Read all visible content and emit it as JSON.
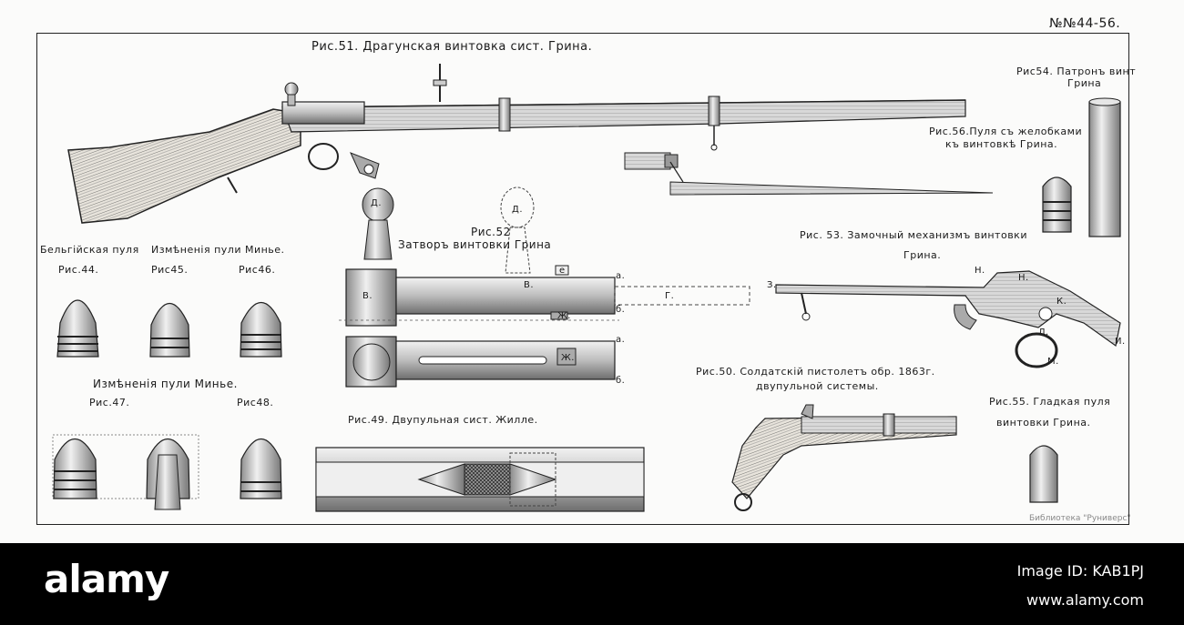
{
  "plate": {
    "number": "№№44-56.",
    "library_mark": "Библиотека \"Руниверс\""
  },
  "figures": {
    "fig51": "Рис.51. Драгунская винтовка сист. Грина.",
    "fig54_a": "Рис54. Патронъ винт",
    "fig54_b": "Грина",
    "fig56_a": "Рис.56.Пуля съ желобками",
    "fig56_b": "къ винтовкѣ Грина.",
    "fig52_title": "Рис.52",
    "fig52_caption": "Затворъ винтовки Грина",
    "fig53_a": "Рис. 53. Замочный механизмъ винтовки",
    "fig53_b": "Грина.",
    "belgian": "Бельгійская пуля",
    "minie_mod": "Измѣненія пули Минье.",
    "fig44": "Рис.44.",
    "fig45": "Рис45.",
    "fig46": "Рис46.",
    "minie_mod2": "Измѣненія пули Минье.",
    "fig47": "Рис.47.",
    "fig48": "Рис48.",
    "fig49": "Рис.49. Двупульная сист. Жилле.",
    "fig50_a": "Рис.50. Солдатскій пистолетъ обр. 1863г.",
    "fig50_b": "двупульной системы.",
    "fig55_a": "Рис.55. Гладкая пуля",
    "fig55_b": "винтовки Грина."
  },
  "part_letters": {
    "d1": "Д.",
    "d2": "Д.",
    "v1": "В.",
    "v2": "В.",
    "g": "Г.",
    "zh1": "Ж.",
    "zh2": "Ж.",
    "a1": "а.",
    "b1": "б.",
    "a2": "а.",
    "b2": "б.",
    "e": "е",
    "z": "З.",
    "n1": "Н.",
    "n2": "Н.",
    "k": "К.",
    "l": "Л.",
    "m": "М.",
    "i": "И."
  },
  "footer": {
    "logo": "alamy",
    "image_id": "Image ID: KAB1PJ",
    "site": "www.alamy.com"
  }
}
